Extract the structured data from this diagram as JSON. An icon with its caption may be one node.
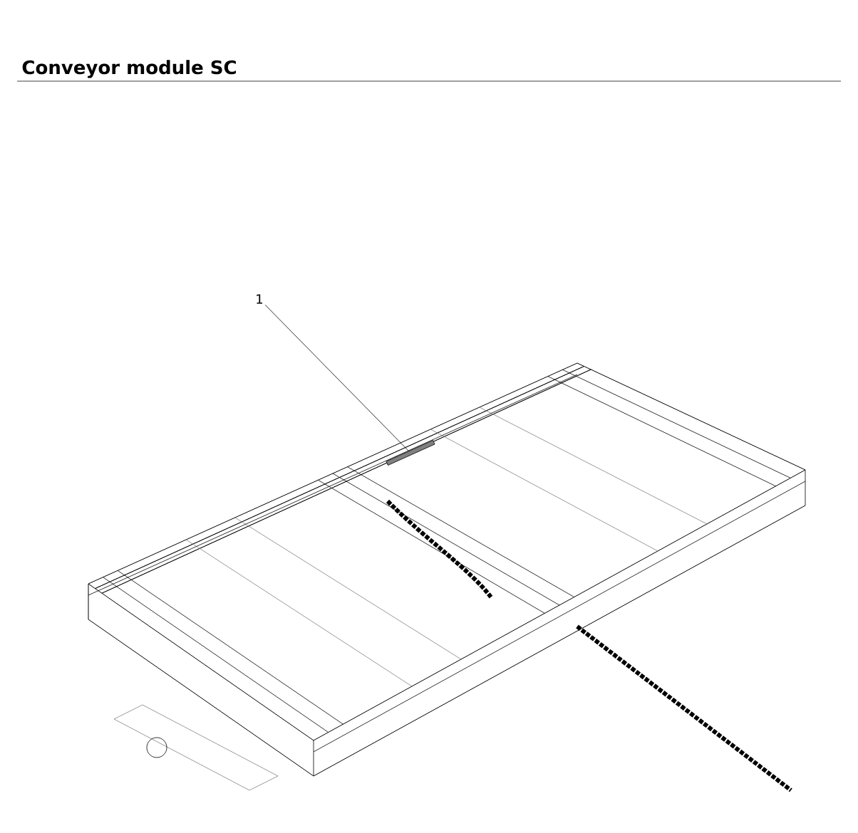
{
  "diagram": {
    "title": "Conveyor module SC",
    "nodes": [
      {
        "text": [
          "1"
        ]
      },
      {
        "text": [],
        "shape": "bar"
      }
    ],
    "edges": [
      {
        "from": 0,
        "to": 1,
        "arrow": "none"
      }
    ]
  }
}
